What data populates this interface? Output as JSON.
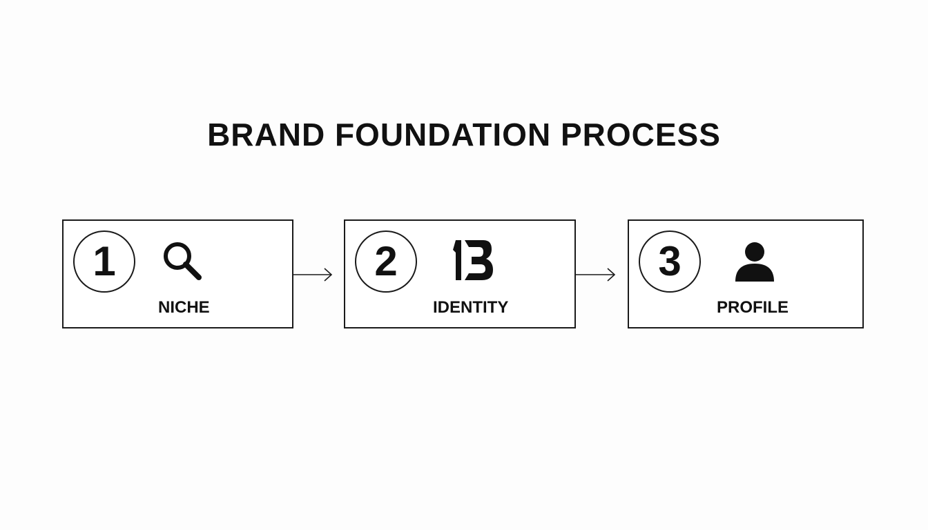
{
  "title": "BRAND FOUNDATION PROCESS",
  "steps": [
    {
      "number": "1",
      "label": "NICHE",
      "icon": "search-icon"
    },
    {
      "number": "2",
      "label": "IDENTITY",
      "icon": "brand-b-icon"
    },
    {
      "number": "3",
      "label": "PROFILE",
      "icon": "user-icon"
    }
  ],
  "colors": {
    "background": "#fdfdfd",
    "ink": "#111111"
  }
}
